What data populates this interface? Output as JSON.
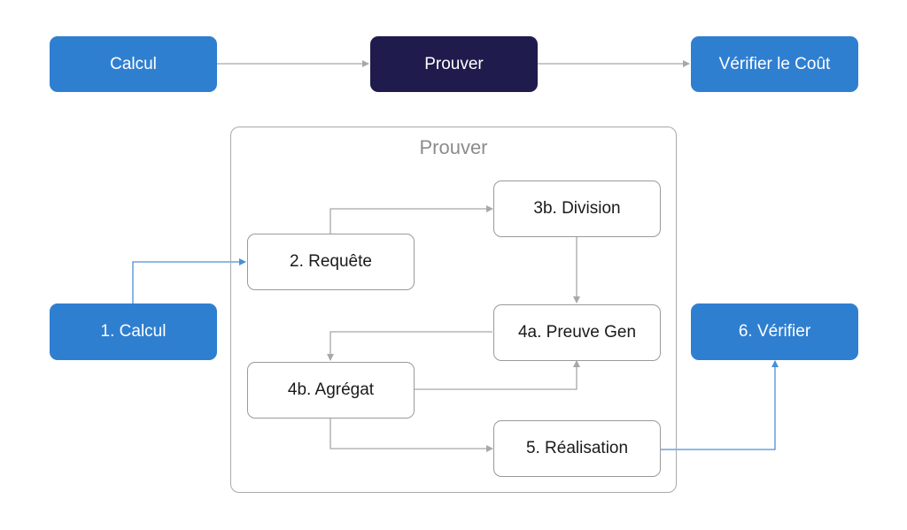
{
  "top_flow": {
    "calcul": "Calcul",
    "prouver": "Prouver",
    "verifier_cout": "Vérifier le Coût"
  },
  "prover": {
    "title": "Prouver",
    "requete": "2. Requête",
    "division": "3b. Division",
    "preuve_gen": "4a. Preuve Gen",
    "agregat": "4b. Agrégat",
    "realisation": "5. Réalisation"
  },
  "outside": {
    "calcul": "1. Calcul",
    "verifier": "6. Vérifier"
  },
  "colors": {
    "primary_blue": "#2f7fd1",
    "dark_navy": "#1f1b4d",
    "gray_arrow": "#a8a8a8",
    "blue_arrow": "#4a8fd8"
  }
}
